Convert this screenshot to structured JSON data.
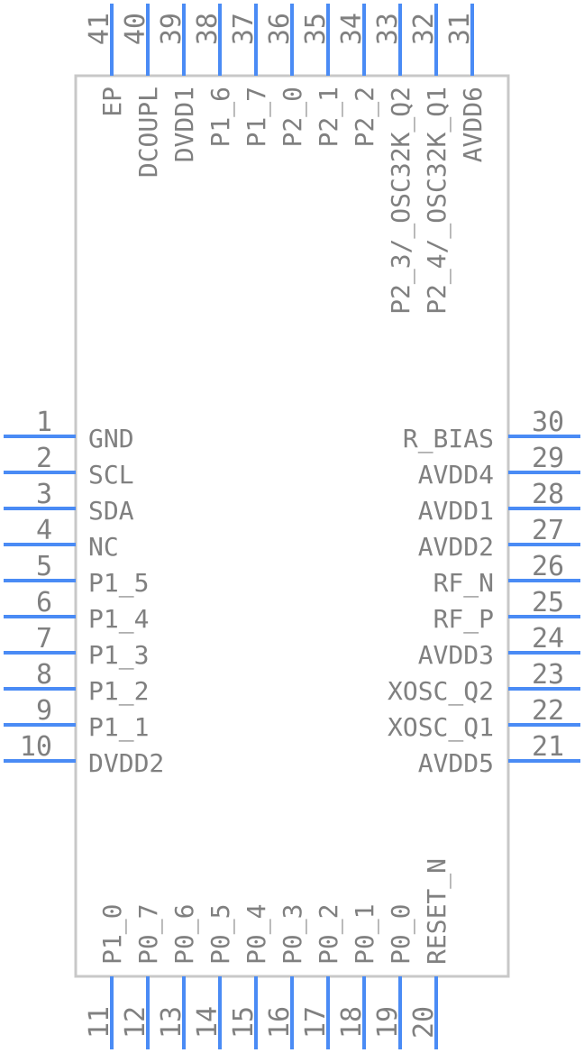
{
  "colors": {
    "pin": "#4a8bf5",
    "body": "#c8c8c8",
    "text": "#808080"
  },
  "left_pins": [
    {
      "num": "1",
      "name": "GND"
    },
    {
      "num": "2",
      "name": "SCL"
    },
    {
      "num": "3",
      "name": "SDA"
    },
    {
      "num": "4",
      "name": "NC"
    },
    {
      "num": "5",
      "name": "P1_5"
    },
    {
      "num": "6",
      "name": "P1_4"
    },
    {
      "num": "7",
      "name": "P1_3"
    },
    {
      "num": "8",
      "name": "P1_2"
    },
    {
      "num": "9",
      "name": "P1_1"
    },
    {
      "num": "10",
      "name": "DVDD2"
    }
  ],
  "bottom_pins": [
    {
      "num": "11",
      "name": "P1_0"
    },
    {
      "num": "12",
      "name": "P0_7"
    },
    {
      "num": "13",
      "name": "P0_6"
    },
    {
      "num": "14",
      "name": "P0_5"
    },
    {
      "num": "15",
      "name": "P0_4"
    },
    {
      "num": "16",
      "name": "P0_3"
    },
    {
      "num": "17",
      "name": "P0_2"
    },
    {
      "num": "18",
      "name": "P0_1"
    },
    {
      "num": "19",
      "name": "P0_0"
    },
    {
      "num": "20",
      "name": "RESET_N"
    }
  ],
  "right_pins": [
    {
      "num": "21",
      "name": "AVDD5"
    },
    {
      "num": "22",
      "name": "XOSC_Q1"
    },
    {
      "num": "23",
      "name": "XOSC_Q2"
    },
    {
      "num": "24",
      "name": "AVDD3"
    },
    {
      "num": "25",
      "name": "RF_P"
    },
    {
      "num": "26",
      "name": "RF_N"
    },
    {
      "num": "27",
      "name": "AVDD2"
    },
    {
      "num": "28",
      "name": "AVDD1"
    },
    {
      "num": "29",
      "name": "AVDD4"
    },
    {
      "num": "30",
      "name": "R_BIAS"
    }
  ],
  "top_pins": [
    {
      "num": "31",
      "name": "AVDD6"
    },
    {
      "num": "32",
      "name": "P2_4/_OSC32K_Q1"
    },
    {
      "num": "33",
      "name": "P2_3/_OSC32K_Q2"
    },
    {
      "num": "34",
      "name": "P2_2"
    },
    {
      "num": "35",
      "name": "P2_1"
    },
    {
      "num": "36",
      "name": "P2_0"
    },
    {
      "num": "37",
      "name": "P1_7"
    },
    {
      "num": "38",
      "name": "P1_6"
    },
    {
      "num": "39",
      "name": "DVDD1"
    },
    {
      "num": "40",
      "name": "DCOUPL"
    },
    {
      "num": "41",
      "name": "EP"
    }
  ]
}
